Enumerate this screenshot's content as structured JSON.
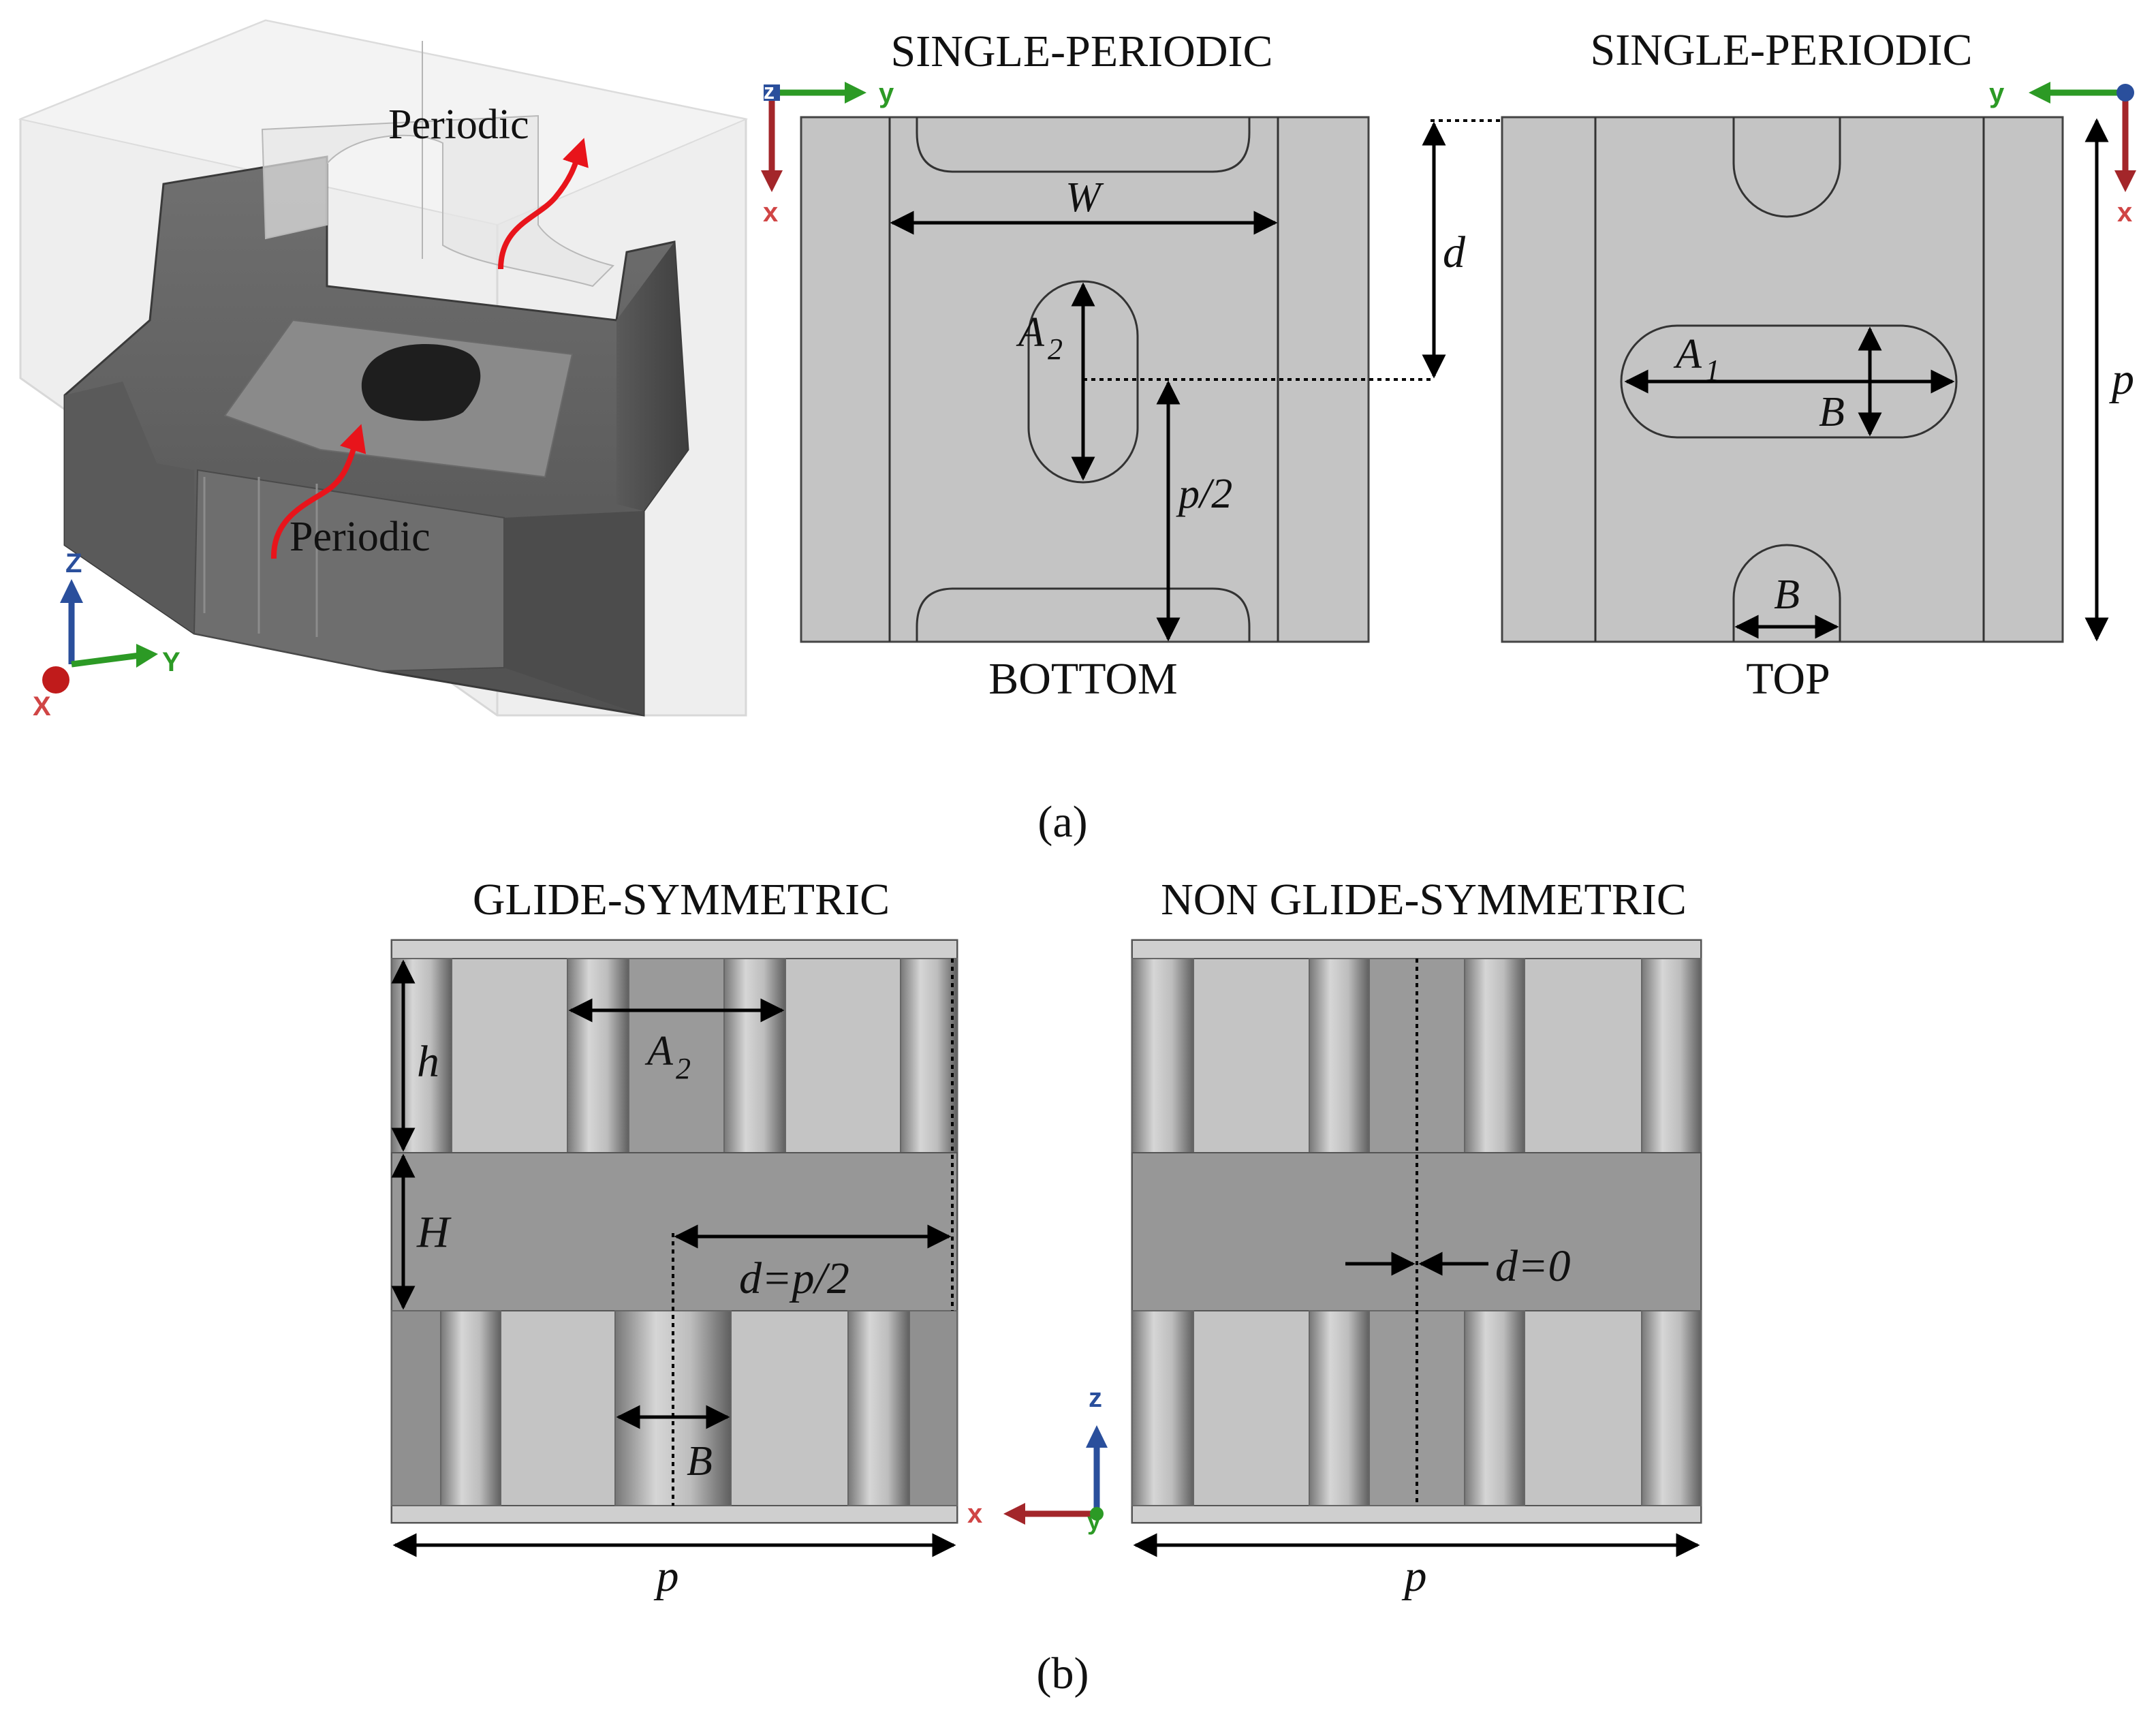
{
  "panel_a": {
    "label": "(a)",
    "three_d": {
      "periodic_upper": "Periodic",
      "periodic_lower": "Periodic",
      "axis_z": "Z",
      "axis_y": "Y",
      "axis_x": "X"
    },
    "bottom_view": {
      "heading": "SINGLE-PERIODIC",
      "caption": "BOTTOM",
      "dim_w": "W",
      "dim_a2": "A",
      "dim_a2_sub": "2",
      "dim_p_half": "p/2",
      "axis_z": "z",
      "axis_y": "y",
      "axis_x": "x"
    },
    "top_view": {
      "heading": "SINGLE-PERIODIC",
      "caption": "TOP",
      "dim_d": "d",
      "dim_a1": "A",
      "dim_a1_sub": "1",
      "dim_b_center": "B",
      "dim_b_bottom": "B",
      "dim_p": "p",
      "axis_y": "y",
      "axis_x": "x"
    }
  },
  "panel_b": {
    "label": "(b)",
    "glide": {
      "heading": "GLIDE-SYMMETRIC",
      "dim_h": "h",
      "dim_a2": "A",
      "dim_a2_sub": "2",
      "dim_h_gap": "H",
      "dim_d": "d=p/2",
      "dim_b": "B",
      "dim_p": "p"
    },
    "non_glide": {
      "heading": "NON GLIDE-SYMMETRIC",
      "dim_d": "d=0",
      "dim_p": "p"
    },
    "axis_z": "z",
    "axis_x": "x",
    "axis_y": "y"
  },
  "colors": {
    "plate_fill": "#c4c4c4",
    "gap_fill": "#979797",
    "arrow_red": "#e8141b",
    "axis_green": "#2c9a25",
    "axis_red": "#a3262a",
    "axis_blue": "#2a4f9c"
  }
}
